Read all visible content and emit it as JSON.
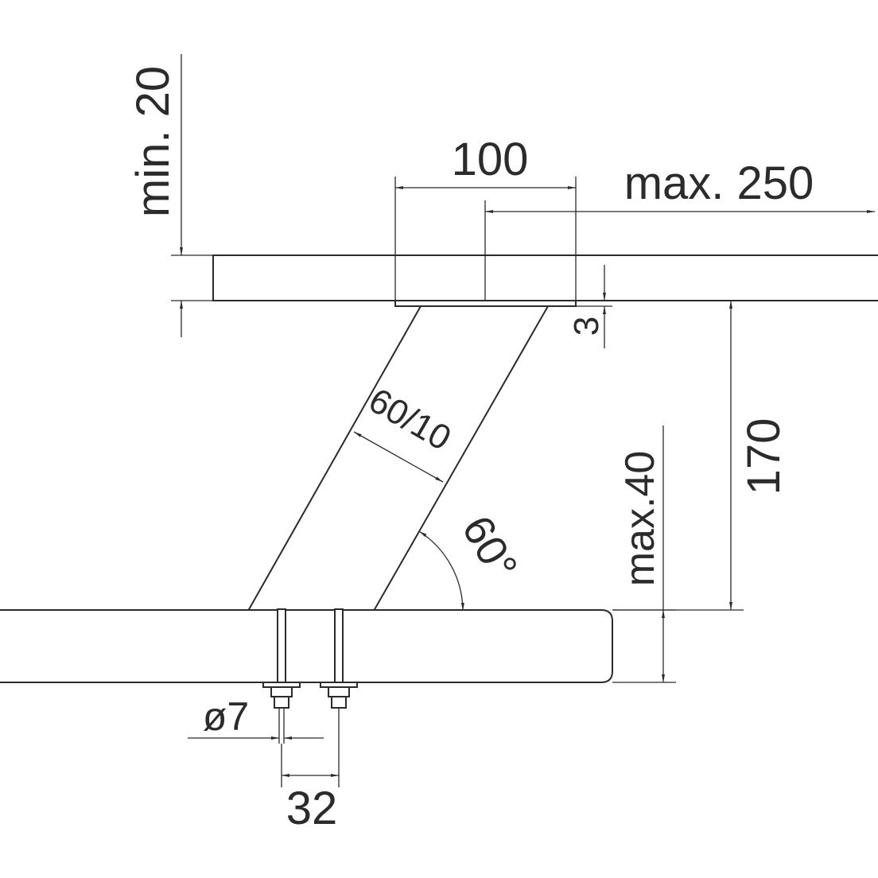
{
  "dimensions": {
    "min_clearance": "min. 20",
    "plate_width": "100",
    "max_overhang": "max. 250",
    "plate_thickness": "3",
    "profile": "60/10",
    "angle": "60°",
    "max_board": "max.40",
    "height": "170",
    "bolt_diameter": "ø7",
    "bolt_spacing": "32"
  },
  "colors": {
    "line": "#2b2b2b",
    "background": "#ffffff"
  }
}
